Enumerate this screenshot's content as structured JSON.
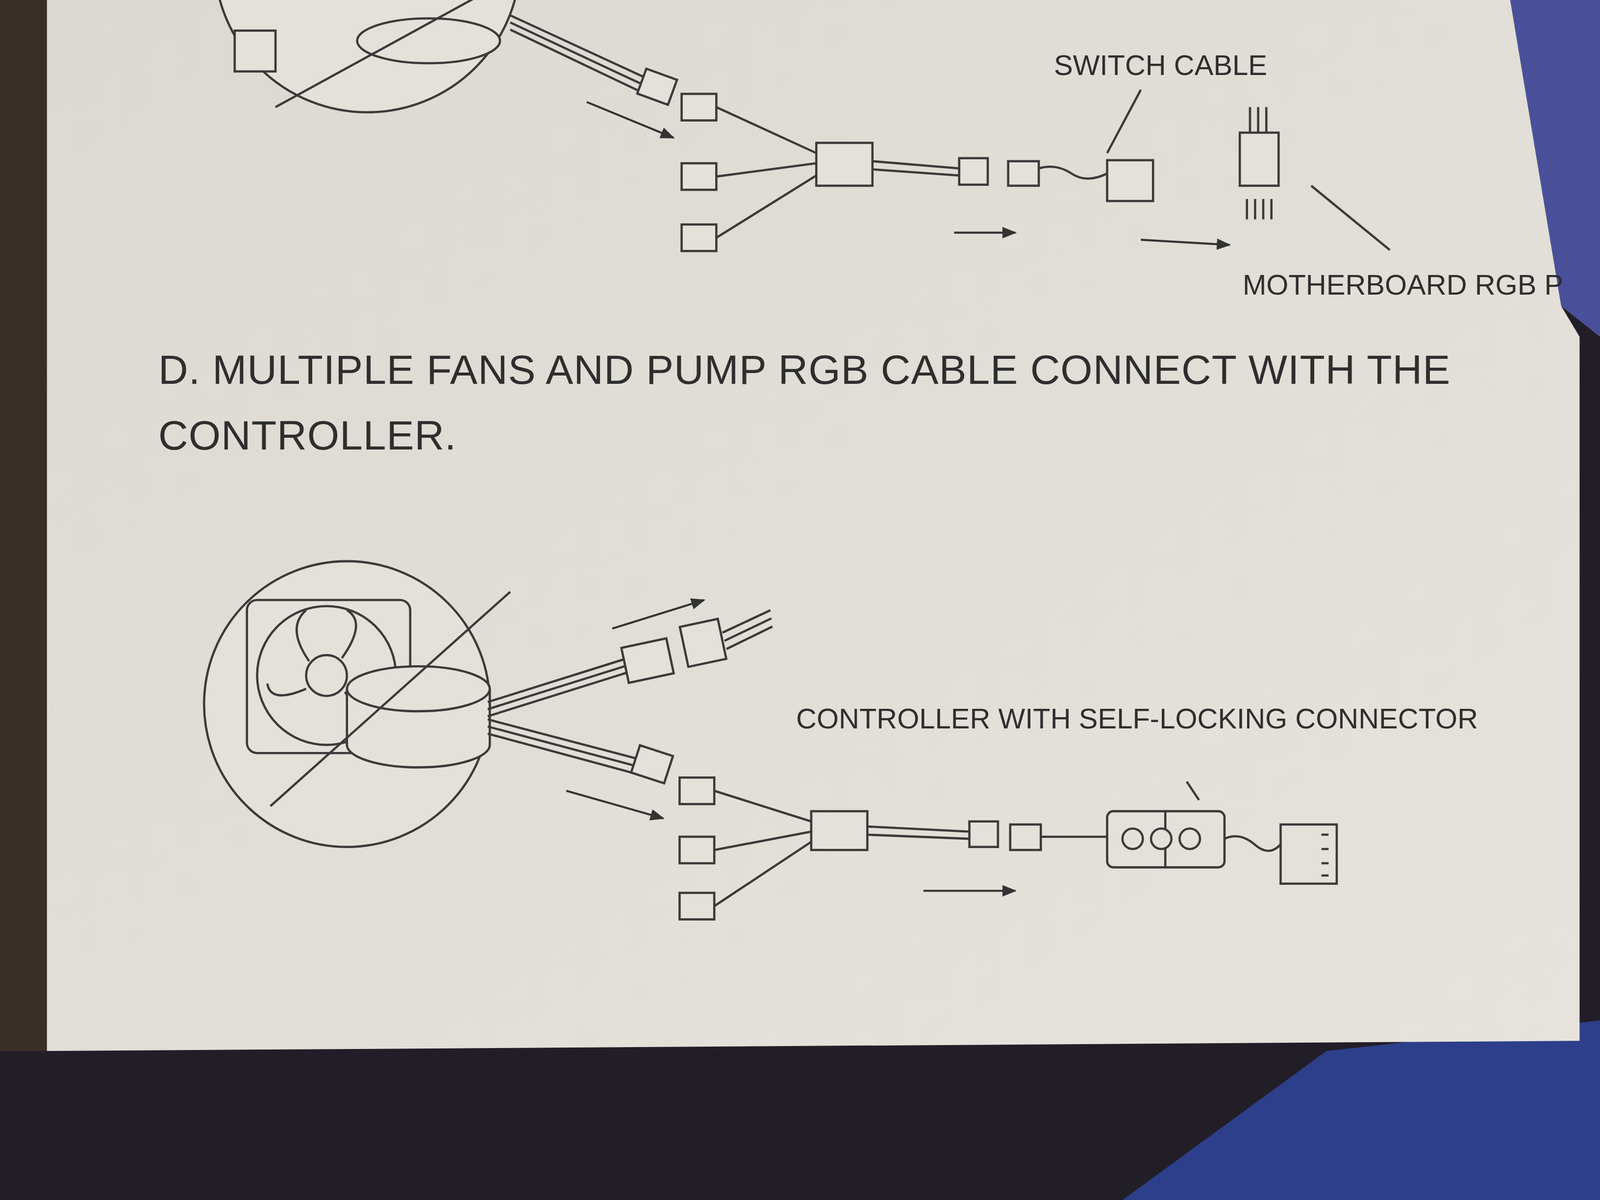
{
  "diagram": {
    "title": "D. MULTIPLE FANS AND PUMP RGB CABLE CONNECT WITH THE CONTROLLER.",
    "labels": [
      "SWITCH CABLE",
      "MOTHERBOARD RGB P",
      "CONTROLLER WITH SELF-LOCKING CONNECTOR"
    ]
  }
}
